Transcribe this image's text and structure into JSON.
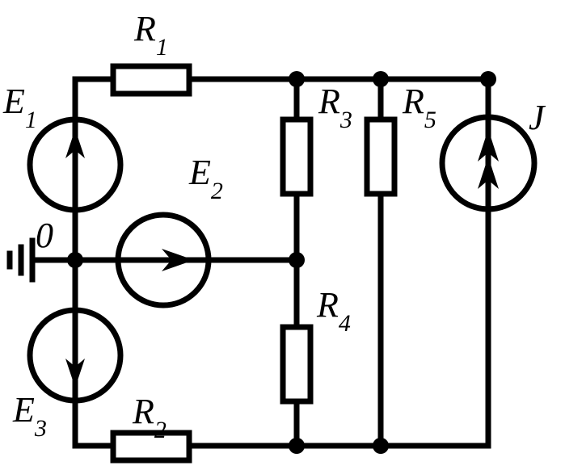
{
  "labels": {
    "r1": {
      "main": "R",
      "sub": "1"
    },
    "r2": {
      "main": "R",
      "sub": "2"
    },
    "r3": {
      "main": "R",
      "sub": "3"
    },
    "r4": {
      "main": "R",
      "sub": "4"
    },
    "r5": {
      "main": "R",
      "sub": "5"
    },
    "e1": {
      "main": "E",
      "sub": "1"
    },
    "e2": {
      "main": "E",
      "sub": "2"
    },
    "e3": {
      "main": "E",
      "sub": "3"
    },
    "j": {
      "main": "J"
    },
    "ground_node": {
      "main": "0"
    }
  }
}
